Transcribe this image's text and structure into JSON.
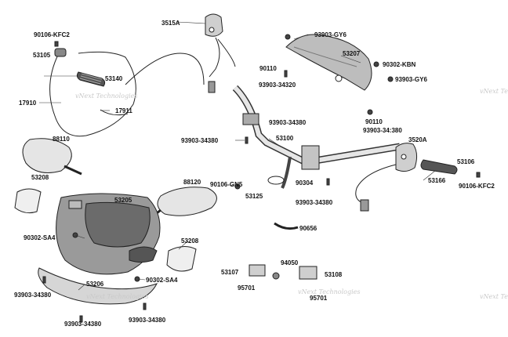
{
  "labels": {
    "p3515a": "3515A",
    "p90106_kfc2_top": "90106-KFC2",
    "p53105": "53105",
    "p53140": "53140",
    "p17910": "17910",
    "p17911": "17911",
    "p93903_gy6_a": "93903-GY6",
    "p53207": "53207",
    "p90110_a": "90110",
    "p90302_kbn": "90302-KBN",
    "p93903_34320": "93903-34320",
    "p93903_gy6_b": "93903-GY6",
    "p90110_b": "90110",
    "p93903_34380_a": "93903-34380",
    "p93903_34380_b": "93903-34:380",
    "p88110": "88110",
    "p53100": "53100",
    "p3520a": "3520A",
    "p93903_34380_c": "93903-34380",
    "p53106": "53106",
    "p53208_a": "53208",
    "p88120": "88120",
    "p90106_gn5": "90106-GN5",
    "p90304": "90304",
    "p53166": "53166",
    "p90106_kfc2_b": "90106-KFC2",
    "p53205": "53205",
    "p53125": "53125",
    "p93903_34380_d": "93903-34380",
    "p90302_sa4_a": "90302-SA4",
    "p90656": "90656",
    "p53208_b": "53208",
    "p53107": "53107",
    "p94050": "94050",
    "p53108": "53108",
    "p95701_a": "95701",
    "p90302_sa4_b": "90302-SA4",
    "p53206": "53206",
    "p93903_34380_e": "93903-34380",
    "p95701_b": "95701",
    "p93903_34380_f": "93903-34380",
    "p93903_34380_g": "93903-34380"
  },
  "watermark": "vNext Technologies"
}
